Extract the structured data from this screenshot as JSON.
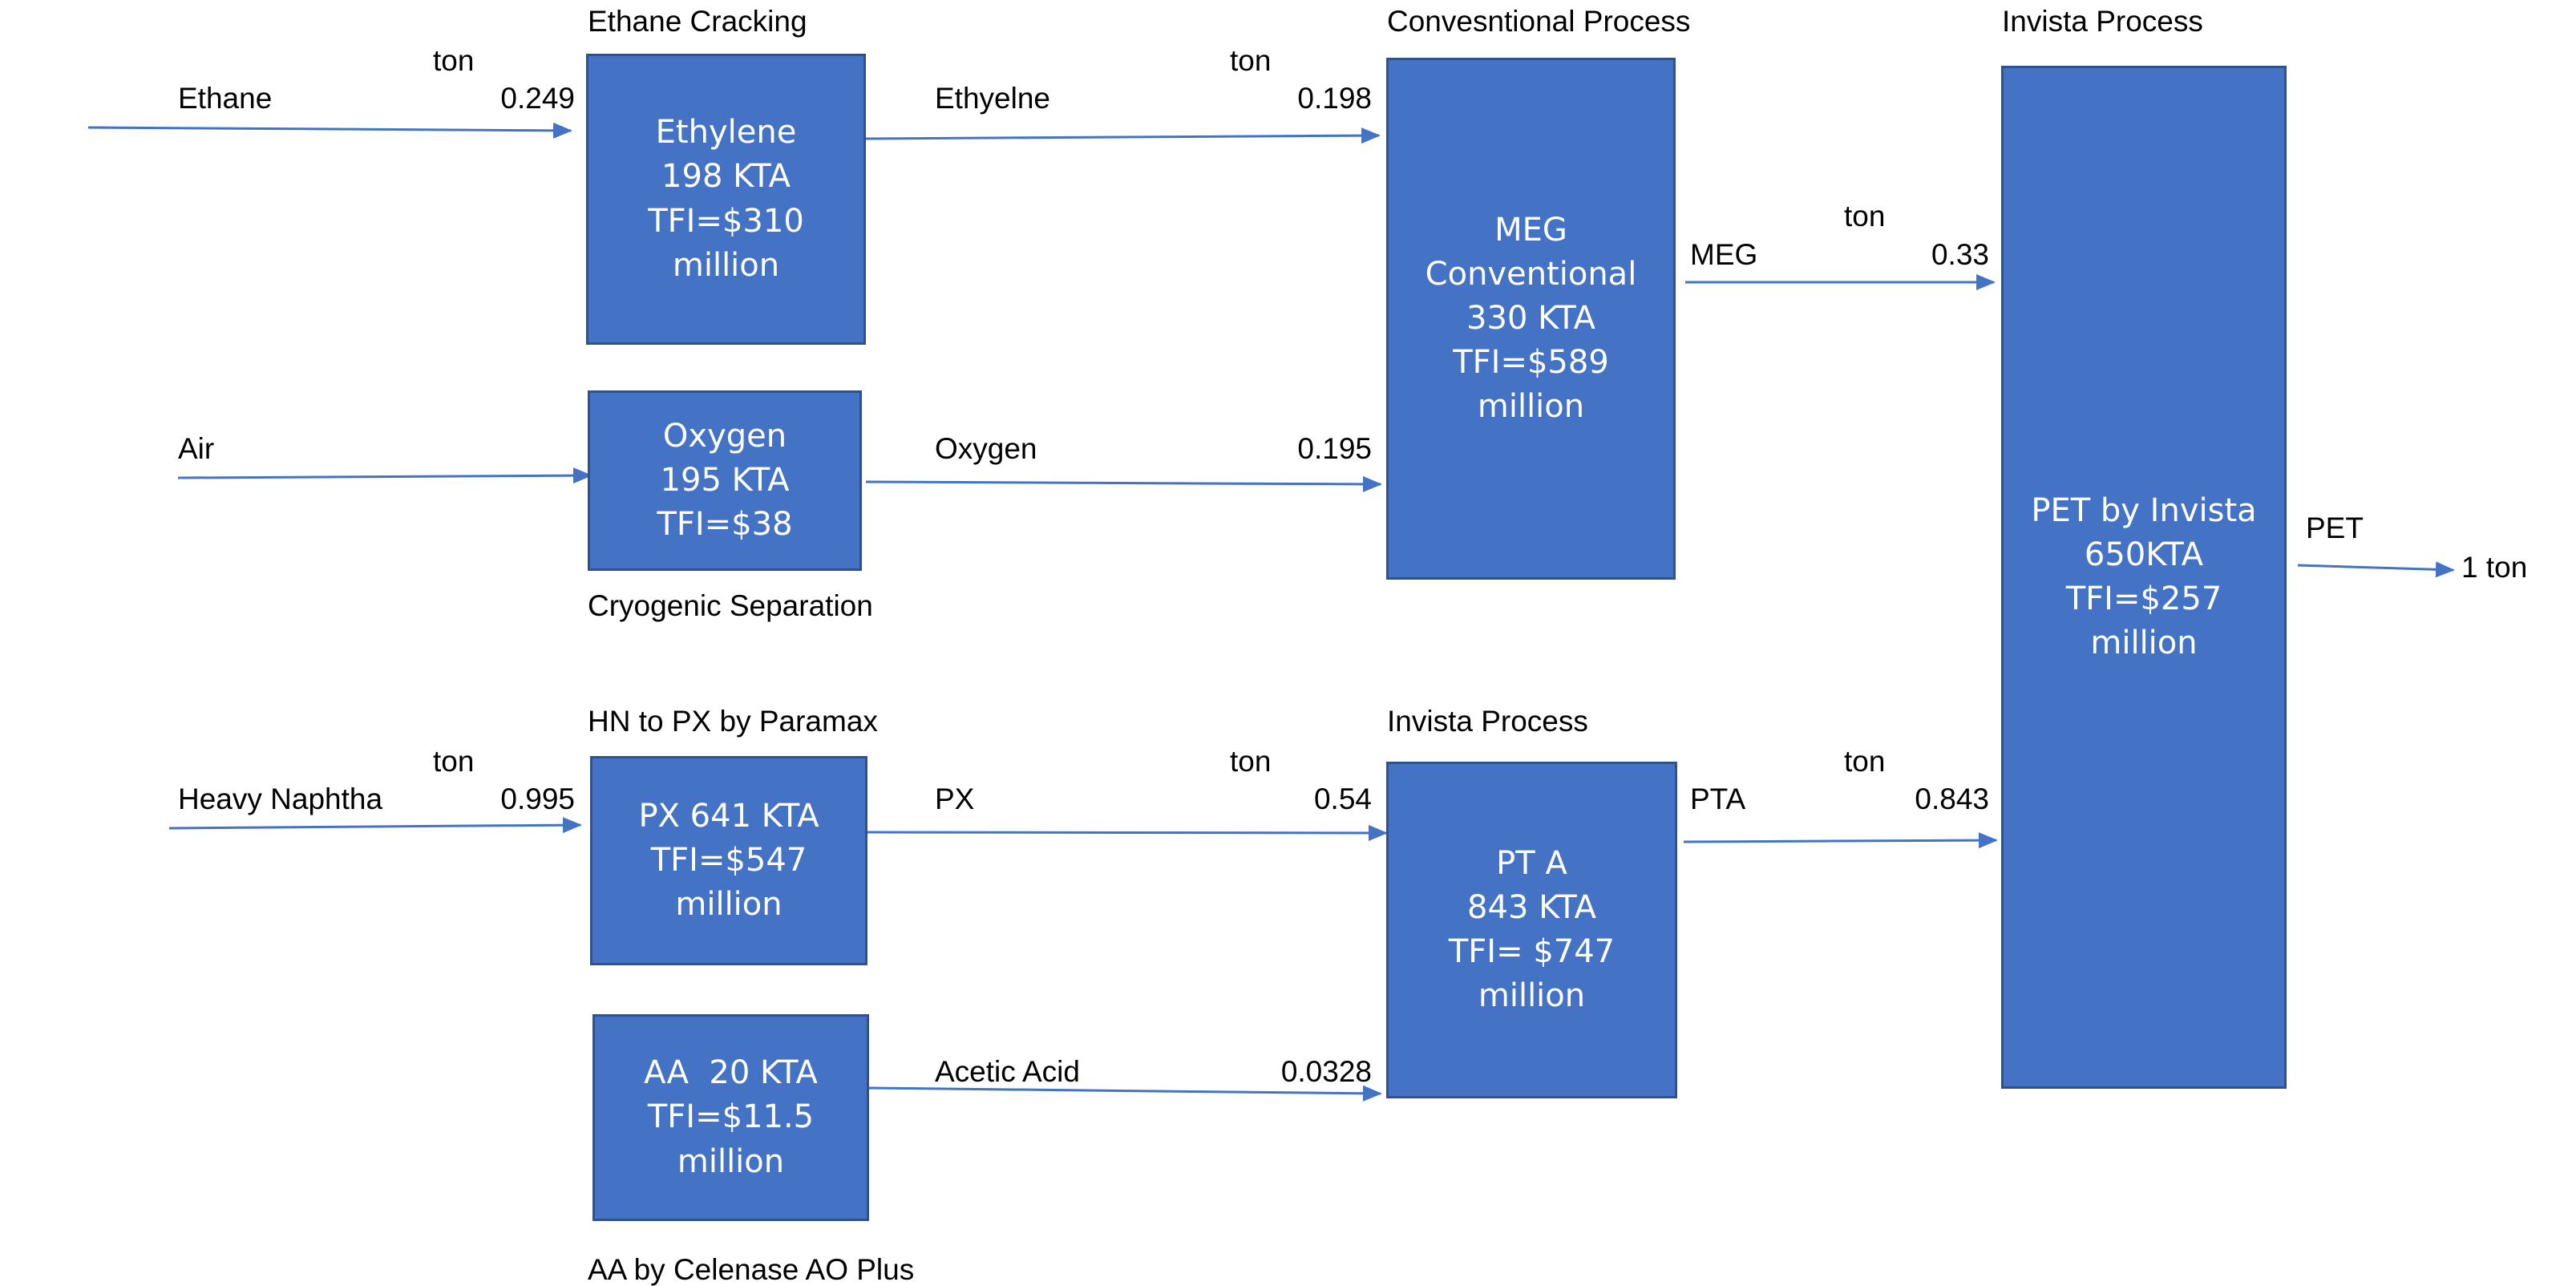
{
  "colors": {
    "box_fill": "#4472c4",
    "box_border": "#2f528f",
    "arrow": "#4472c4",
    "text": "#000000"
  },
  "stages": {
    "ethane_cracking": "Ethane Cracking",
    "cryogenic_separation": "Cryogenic Separation",
    "hn_to_px": "HN to PX by Paramax",
    "aa_by_celenase": "AA by Celenase AO Plus",
    "conventional_process": "Convesntional Process",
    "invista_process_pta": "Invista Process",
    "invista_process_pet": "Invista Process"
  },
  "boxes": {
    "ethylene": [
      "Ethylene",
      "198 KTA",
      "TFI=$310",
      "million"
    ],
    "oxygen": [
      "Oxygen",
      "195 KTA",
      "TFI=$38"
    ],
    "px": [
      "PX 641 KTA",
      "TFI=$547",
      "million"
    ],
    "aa": [
      "AA  20 KTA",
      "TFI=$11.5",
      "million"
    ],
    "meg": [
      "MEG",
      "Conventional",
      "330 KTA",
      "TFI=$589",
      "million"
    ],
    "pta": [
      "PT A",
      "843 KTA",
      "TFI= $747",
      "million"
    ],
    "pet": [
      "PET by Invista",
      "650KTA",
      "TFI=$257",
      "million"
    ]
  },
  "flows": {
    "ethane": {
      "name": "Ethane",
      "unit": "ton",
      "value": "0.249"
    },
    "air": {
      "name": "Air"
    },
    "heavy_naphtha": {
      "name": "Heavy Naphtha",
      "unit": "ton",
      "value": "0.995"
    },
    "ethylene": {
      "name": "Ethyelne",
      "unit": "ton",
      "value": "0.198"
    },
    "oxygen": {
      "name": "Oxygen",
      "value": "0.195"
    },
    "px": {
      "name": "PX",
      "unit": "ton",
      "value": "0.54"
    },
    "acetic_acid": {
      "name": "Acetic Acid",
      "value": "0.0328"
    },
    "meg": {
      "name": "MEG",
      "unit": "ton",
      "value": "0.33"
    },
    "pta": {
      "name": "PTA",
      "unit": "ton",
      "value": "0.843"
    },
    "pet": {
      "name": "PET",
      "output": "1 ton"
    }
  }
}
